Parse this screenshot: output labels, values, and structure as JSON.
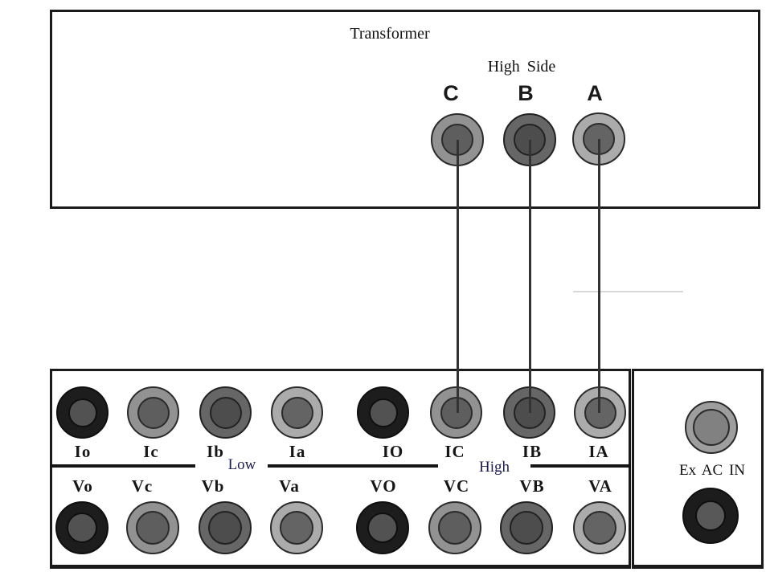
{
  "diagram": {
    "kind": "transformer-test-set-wiring-diagram",
    "background": "#ffffff",
    "box_border_color": "#1a1a1a",
    "wire_color": "#333333",
    "separator_color": "#151515",
    "faint_artifact_color": "#d8d8d8",
    "text_color": "#111111",
    "annotation_text_color": "#1c1c4a"
  },
  "transformer": {
    "title": "Transformer",
    "section_label": "High Side",
    "terminals": [
      {
        "label": "C",
        "style": "phase_c"
      },
      {
        "label": "B",
        "style": "phase_b"
      },
      {
        "label": "A",
        "style": "phase_a"
      }
    ]
  },
  "panel": {
    "current_terminals": [
      {
        "label": "Io",
        "style": "neutral"
      },
      {
        "label": "Ic",
        "style": "phase_c"
      },
      {
        "label": "Ib",
        "style": "phase_b"
      },
      {
        "label": "Ia",
        "style": "phase_a"
      },
      {
        "label": "IO",
        "style": "neutral"
      },
      {
        "label": "IC",
        "style": "phase_c"
      },
      {
        "label": "IB",
        "style": "phase_b"
      },
      {
        "label": "IA",
        "style": "phase_a"
      }
    ],
    "voltage_terminals": [
      {
        "label": "Vo",
        "style": "neutral"
      },
      {
        "label": "Vc",
        "style": "phase_c"
      },
      {
        "label": "Vb",
        "style": "phase_b"
      },
      {
        "label": "Va",
        "style": "phase_a"
      },
      {
        "label": "VO",
        "style": "neutral"
      },
      {
        "label": "VC",
        "style": "phase_c"
      },
      {
        "label": "VB",
        "style": "phase_b"
      },
      {
        "label": "VA",
        "style": "phase_a"
      }
    ],
    "low_section_label": "Low",
    "high_section_label": "High"
  },
  "aux": {
    "label": "Ex AC IN",
    "terminals": [
      {
        "style": "aux_gray"
      },
      {
        "style": "aux_black"
      }
    ]
  },
  "connections": [
    {
      "from": "C",
      "to": "IC"
    },
    {
      "from": "B",
      "to": "IB"
    },
    {
      "from": "A",
      "to": "IA"
    }
  ],
  "terminal_styles": {
    "neutral": {
      "outer": "#1d1d1d",
      "inner": "#525252",
      "ring": "#0f0f0f"
    },
    "phase_c": {
      "outer": "#929292",
      "inner": "#5e5e5e",
      "ring": "#2b2b2b"
    },
    "phase_b": {
      "outer": "#666666",
      "inner": "#4d4d4d",
      "ring": "#222222"
    },
    "phase_a": {
      "outer": "#ababab",
      "inner": "#646464",
      "ring": "#2b2b2b"
    },
    "aux_gray": {
      "outer": "#9e9e9e",
      "inner": "#818181",
      "ring": "#2b2b2b"
    },
    "aux_black": {
      "outer": "#1c1c1c",
      "inner": "#585858",
      "ring": "#0f0f0f"
    }
  }
}
